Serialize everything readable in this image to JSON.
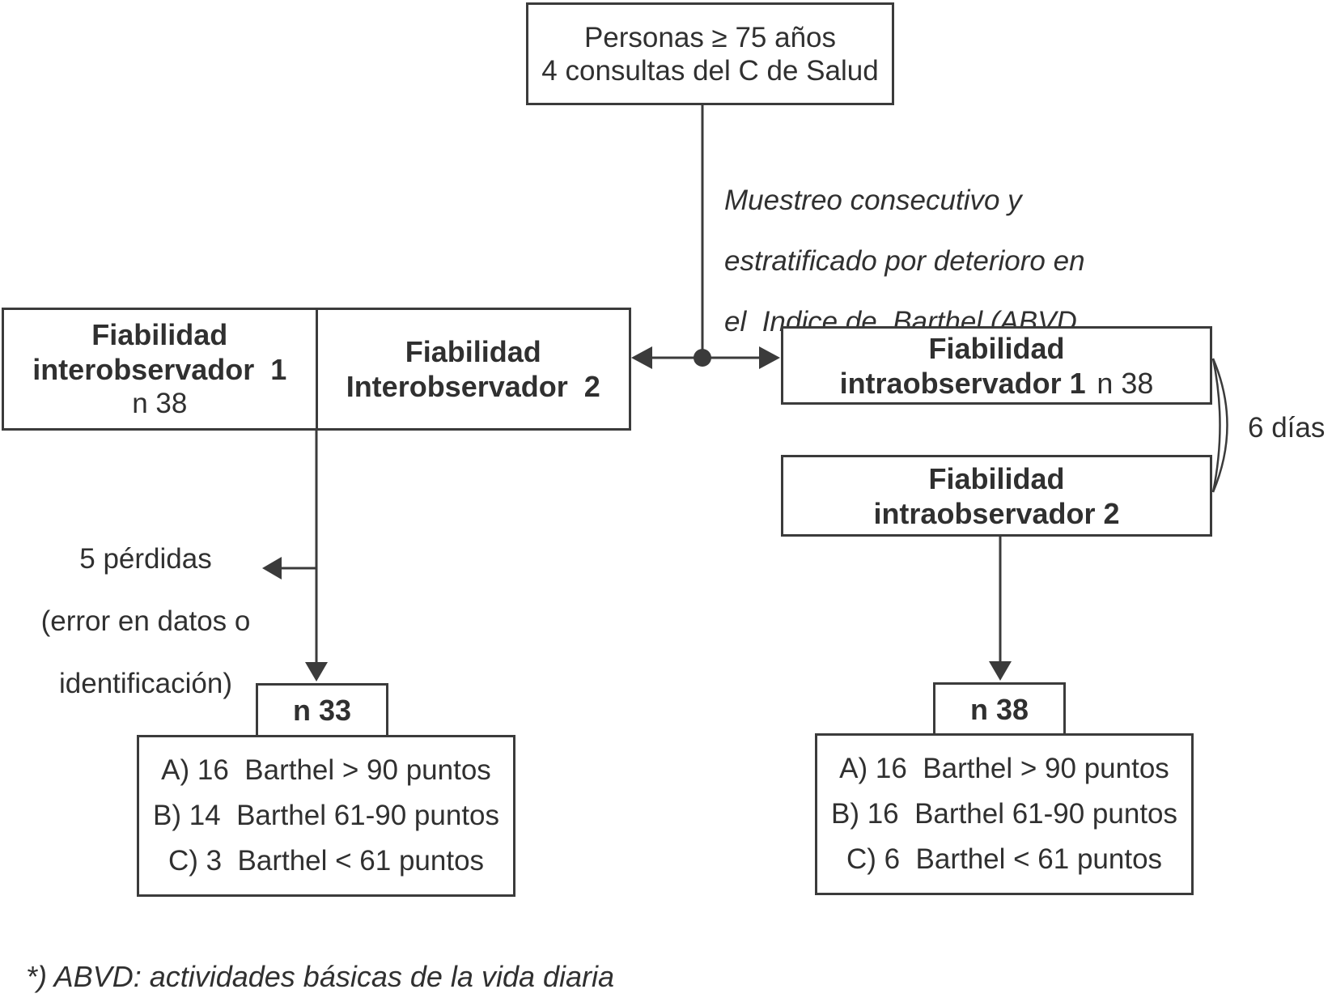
{
  "diagram": {
    "colors": {
      "line": "#3b3b3b",
      "text": "#303030",
      "background": "#ffffff"
    },
    "population_box": {
      "line1": "Personas ≥ 75 años",
      "line2": "4 consultas del C de Salud"
    },
    "sampling_note": {
      "line1": "Muestreo consecutivo y",
      "line2": "estratificado por deterioro en",
      "line3": "el  Indice de  Barthel (ABVD"
    },
    "interobserver": {
      "box1": {
        "line1": "Fiabilidad",
        "line2": "interobservador  1",
        "n": "n 38"
      },
      "box2": {
        "line1": "Fiabilidad",
        "line2": "Interobservador  2"
      }
    },
    "intraobserver": {
      "box1": {
        "line1": "Fiabilidad",
        "line2_bold": "intraobservador 1",
        "line2_regular": "n 38"
      },
      "box2": {
        "line1": "Fiabilidad",
        "line2": "intraobservador 2"
      },
      "interval_label": "6 días"
    },
    "losses": {
      "line1": "5 pérdidas",
      "line2": "(error en datos o",
      "line3": "identificación)"
    },
    "left_branch": {
      "n_label": "n 33",
      "results": [
        "A) 16  Barthel > 90 puntos",
        "B) 14  Barthel 61-90 puntos",
        "C) 3  Barthel < 61 puntos"
      ]
    },
    "right_branch": {
      "n_label": "n 38",
      "results": [
        "A) 16  Barthel > 90 puntos",
        "B) 16  Barthel 61-90 puntos",
        "C) 6  Barthel < 61 puntos"
      ]
    },
    "footnote": "*) ABVD: actividades básicas de la vida diaria"
  }
}
